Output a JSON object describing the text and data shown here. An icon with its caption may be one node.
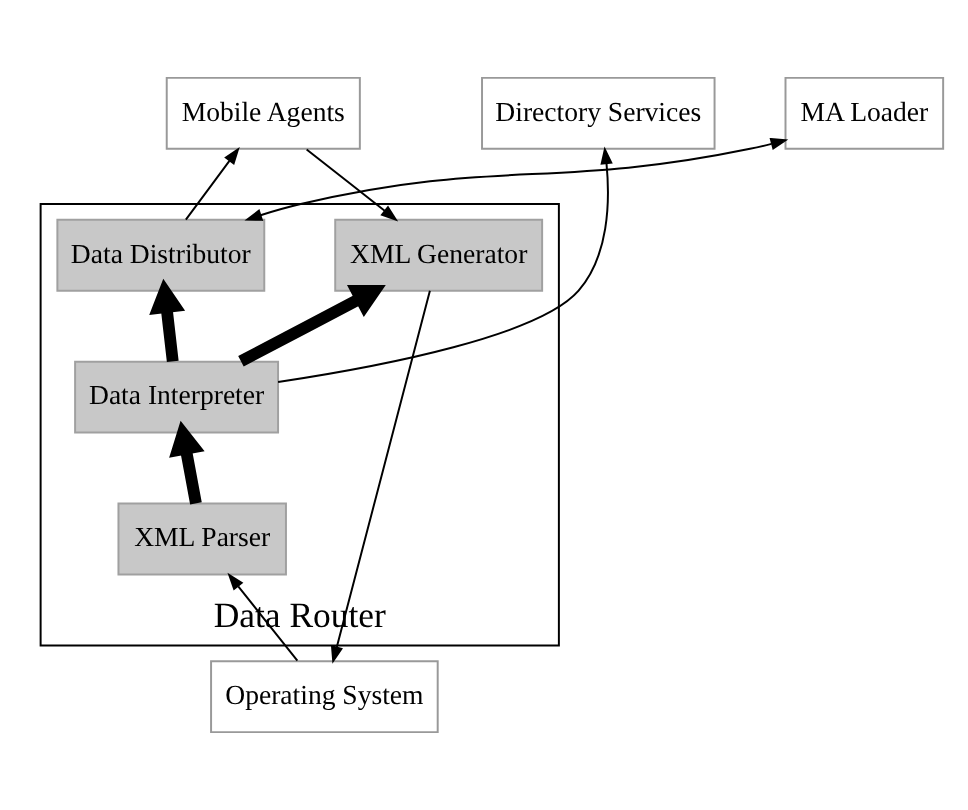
{
  "diagram": {
    "nodes": [
      {
        "text": [
          "Mobile Agents"
        ]
      },
      {
        "text": [
          "Directory Services"
        ]
      },
      {
        "text": [
          "Data Router"
        ]
      },
      {
        "text": [
          "Data Distributor"
        ],
        "in": 2
      },
      {
        "text": [
          "Data Interpreter"
        ],
        "in": 2
      },
      {
        "text": [
          "XML Generator"
        ],
        "in": 2
      },
      {
        "text": [
          "XML Parser"
        ],
        "in": 2
      },
      {
        "text": [
          "MA Loader"
        ]
      },
      {
        "text": [
          "Operating System"
        ]
      }
    ],
    "edges": [
      {
        "from": 3,
        "to": 0,
        "arrow": "to"
      },
      {
        "from": 0,
        "to": 5,
        "arrow": "to"
      },
      {
        "from": 3,
        "to": 7,
        "arrow": "both"
      },
      {
        "from": 4,
        "to": 3,
        "arrow": "to",
        "style": "thick"
      },
      {
        "from": 4,
        "to": 1,
        "arrow": "to"
      },
      {
        "from": 4,
        "to": 5,
        "arrow": "to",
        "style": "thick"
      },
      {
        "from": 6,
        "to": 4,
        "arrow": "to",
        "style": "thick"
      },
      {
        "from": 8,
        "to": 6,
        "arrow": "to"
      },
      {
        "from": 5,
        "to": 8,
        "arrow": "to"
      }
    ]
  }
}
